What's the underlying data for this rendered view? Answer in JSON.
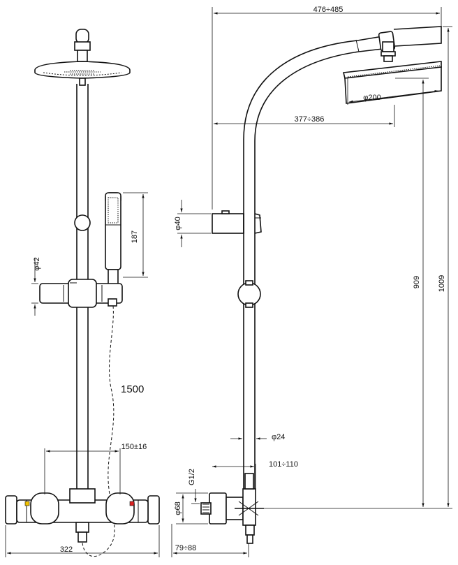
{
  "dimensions": {
    "total_width": "476÷485",
    "arm_reach": "377÷386",
    "head_diameter": "φ200",
    "wall_bracket": "φ40",
    "handshower_length": "187",
    "holder_diameter": "φ42",
    "hose_length": "1500",
    "connection_spacing": "150±16",
    "mixer_width": "322",
    "rail_diameter": "φ24",
    "mixer_depth": "101÷110",
    "thread": "G1/2",
    "eccentric_diameter": "φ68",
    "wall_offset": "79÷88",
    "rail_height": "909",
    "total_height": "1009"
  }
}
